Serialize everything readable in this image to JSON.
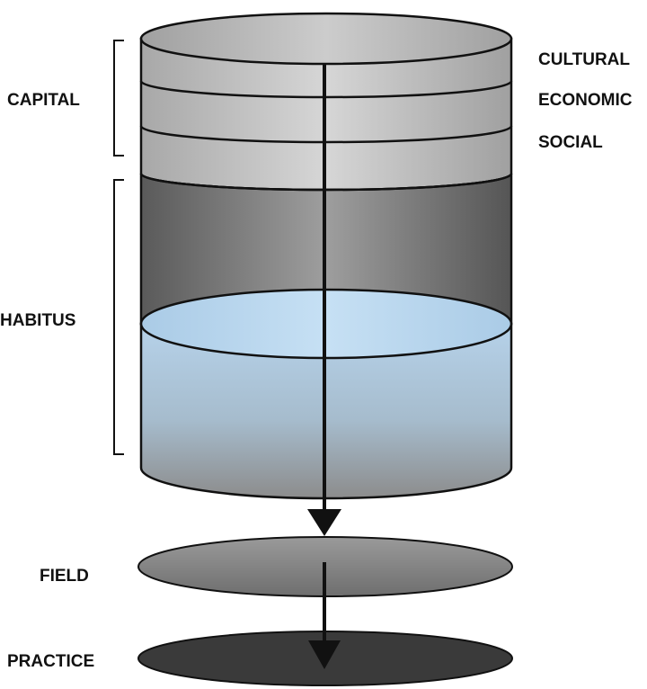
{
  "labels": {
    "capital": "CAPITAL",
    "habitus": "HABITUS",
    "field": "FIELD",
    "practice": "PRACTICE"
  },
  "capital_types": {
    "cultural": "CULTURAL",
    "economic": "ECONOMIC",
    "social": "SOCIAL"
  },
  "colors": {
    "capital_band": "#c4c4c4",
    "habitus_dark": "#8a8a8a",
    "habitus_liquid": "#b8d4ea",
    "field_disc": "#8c8c8c",
    "practice_disc": "#3a3a3a",
    "outline": "#111111"
  }
}
